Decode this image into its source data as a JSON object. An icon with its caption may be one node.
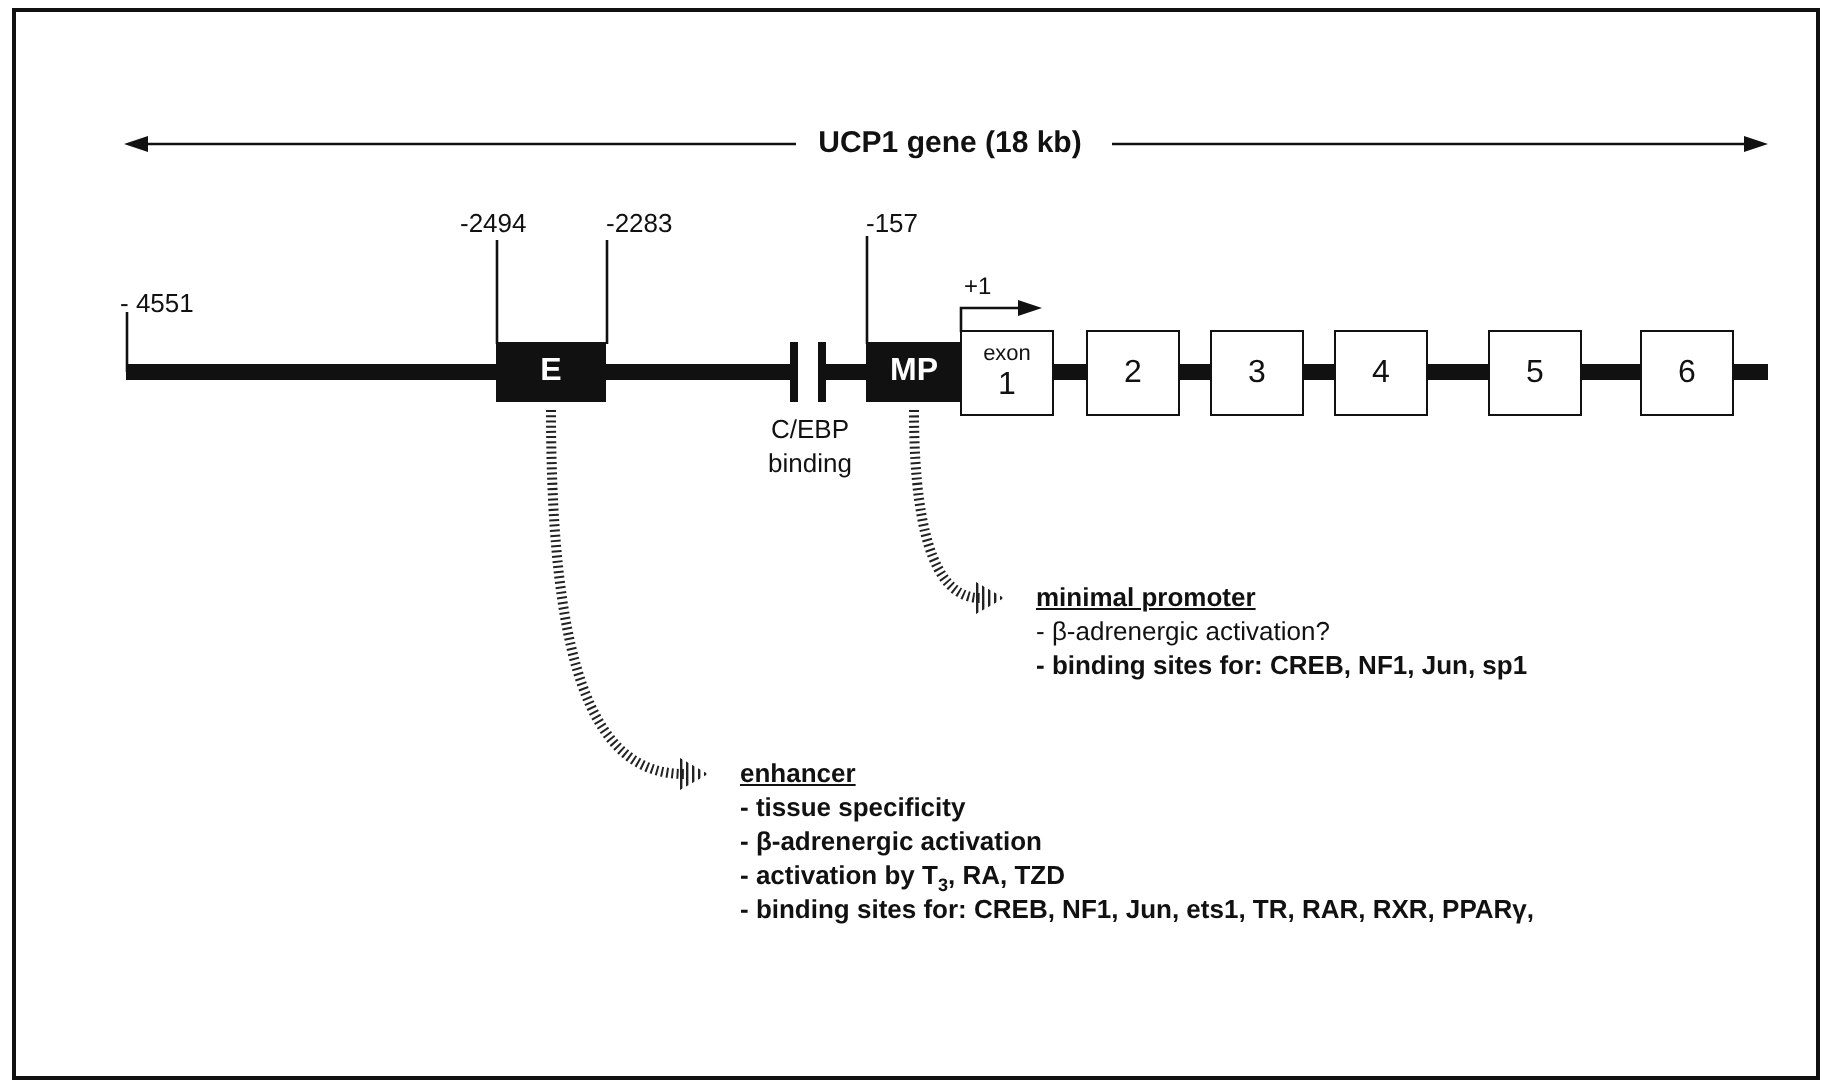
{
  "diagram": {
    "nodes": [
      {
        "text": [
          "E"
        ]
      },
      {
        "text": [],
        "shape": "bar",
        "beside": [
          "C/EBP binding"
        ]
      },
      {
        "text": [
          "MP"
        ]
      },
      {
        "text": [
          "exon",
          "1"
        ]
      },
      {
        "text": [
          "2"
        ]
      },
      {
        "text": [
          "3"
        ]
      },
      {
        "text": [
          "4"
        ]
      },
      {
        "text": [
          "5"
        ]
      },
      {
        "text": [
          "6"
        ]
      },
      {
        "text": [
          "minimal promoter",
          "- β-adrenergic activation?",
          "- binding sites for: CREB, NF1, Jun, sp1"
        ]
      },
      {
        "text": [
          "enhancer",
          "- tissue specificity",
          "- β-adrenergic activation",
          "- activation by T$_{3}$, RA, TZD",
          "- binding sites for: CREB, NF1, Jun, ets1, TR, RAR, RXR, PPARγ,"
        ]
      }
    ],
    "edges": [
      {
        "from": 0,
        "to": 10,
        "arrow": "to"
      },
      {
        "from": 2,
        "to": 9,
        "arrow": "to"
      }
    ],
    "labels": [
      "UCP1 gene (18 kb)",
      "-2494",
      "-2283",
      "-157",
      "- 4551",
      "+1"
    ]
  }
}
